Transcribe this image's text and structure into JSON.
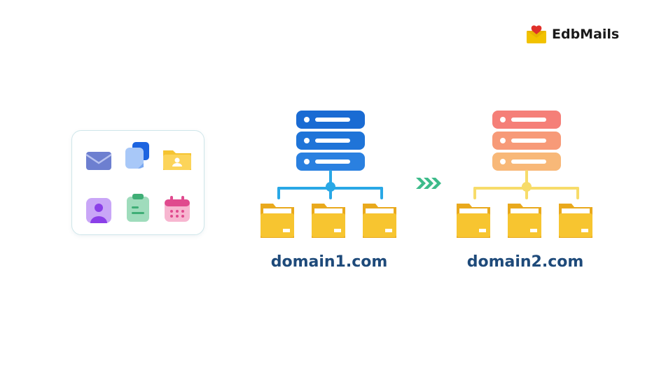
{
  "brand": {
    "name": "EdbMails",
    "logo_colors": [
      "#f2c200",
      "#e0302a"
    ]
  },
  "mailbox_items": [
    {
      "icon": "mail-icon",
      "color": "#6d7fd0"
    },
    {
      "icon": "document-icon",
      "color": "#4d8ef0"
    },
    {
      "icon": "contact-folder-icon",
      "color": "#f5c431"
    },
    {
      "icon": "contact-icon",
      "color": "#a565f0"
    },
    {
      "icon": "notes-icon",
      "color": "#5cc28f"
    },
    {
      "icon": "calendar-icon",
      "color": "#e8559a"
    }
  ],
  "source": {
    "label": "domain1.com",
    "server_color": "#1f74d8",
    "line_color": "#29a8e6",
    "folder_color": "#f7c530"
  },
  "target": {
    "label": "domain2.com",
    "server_color": "#f6857a",
    "line_color": "#f7dc6a",
    "folder_color": "#f7c530"
  },
  "arrow_color": "#3dbb8a"
}
